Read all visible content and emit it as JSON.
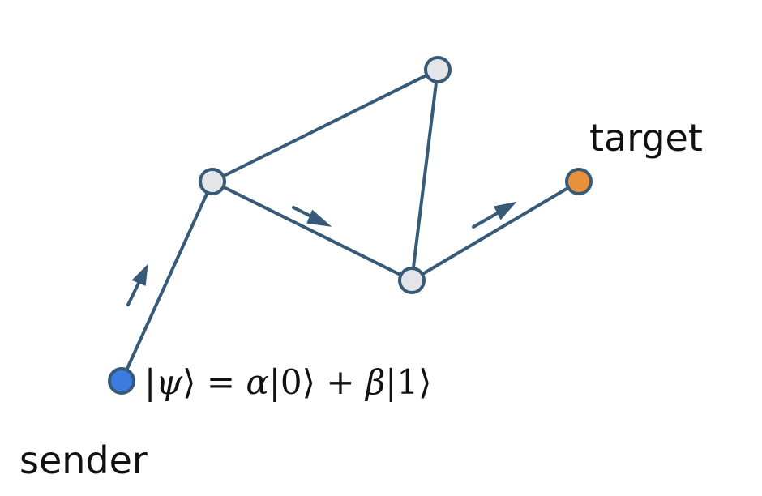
{
  "labels": {
    "target": "target",
    "sender": "sender"
  },
  "state_equation": {
    "lhs_open": "|",
    "psi": "ψ",
    "lhs_close": "⟩",
    "equals": " = ",
    "alpha": "α",
    "ket0": "|0⟩",
    "plus": " + ",
    "beta": "β",
    "ket1": "|1⟩"
  },
  "colors": {
    "edge": "#365a78",
    "node_fill": "#e3e5e8",
    "node_stroke": "#365a78",
    "sender_fill": "#3c7be0",
    "target_fill": "#e8913a"
  },
  "graph": {
    "nodes": [
      "sender",
      "node-left",
      "node-top",
      "node-middle",
      "target"
    ],
    "edges": [
      [
        "sender",
        "node-left"
      ],
      [
        "node-left",
        "node-top"
      ],
      [
        "node-top",
        "node-middle"
      ],
      [
        "node-left",
        "node-middle"
      ],
      [
        "node-middle",
        "target"
      ]
    ],
    "path_arrows": [
      [
        "sender",
        "node-left"
      ],
      [
        "node-left",
        "node-middle"
      ],
      [
        "node-middle",
        "target"
      ]
    ]
  }
}
